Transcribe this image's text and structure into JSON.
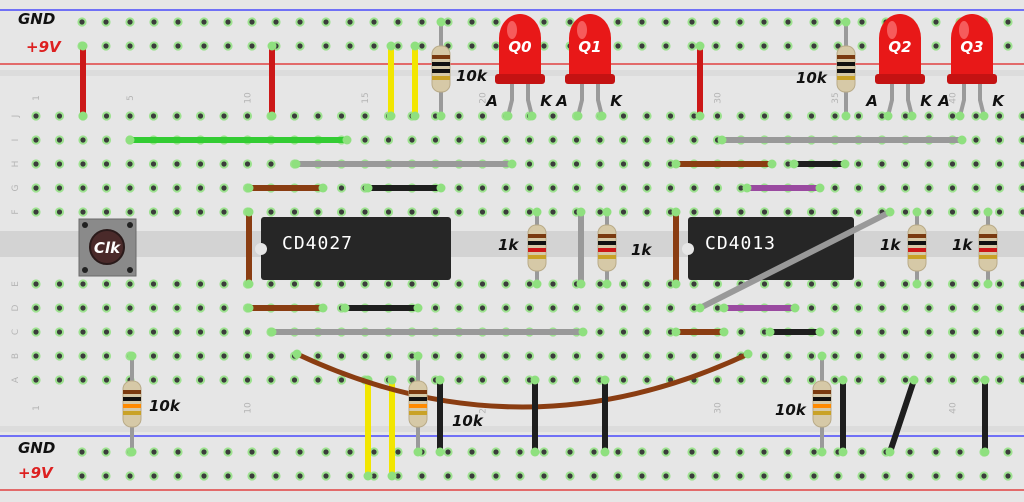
{
  "rails": {
    "top_gnd": "GND",
    "top_vcc": "+9V",
    "bottom_gnd": "GND",
    "bottom_vcc": "+9V"
  },
  "column_numbers": [
    {
      "col": 1,
      "label": "1"
    },
    {
      "col": 5,
      "label": "5"
    },
    {
      "col": 10,
      "label": "10"
    },
    {
      "col": 15,
      "label": "15"
    },
    {
      "col": 20,
      "label": "20"
    },
    {
      "col": 30,
      "label": "30"
    },
    {
      "col": 35,
      "label": "35"
    },
    {
      "col": 40,
      "label": "40"
    }
  ],
  "bottom_column_numbers": [
    {
      "col": 1,
      "label": "1"
    },
    {
      "col": 10,
      "label": "10"
    },
    {
      "col": 20,
      "label": "20"
    },
    {
      "col": 30,
      "label": "30"
    },
    {
      "col": 40,
      "label": "40"
    }
  ],
  "row_letters_top": [
    "J",
    "I",
    "H",
    "G",
    "F"
  ],
  "row_letters_bottom": [
    "E",
    "D",
    "C",
    "B",
    "A"
  ],
  "chips": [
    {
      "id": "u1",
      "label": "CD4027"
    },
    {
      "id": "u2",
      "label": "CD4013"
    }
  ],
  "button": {
    "label": "Clk"
  },
  "leds": [
    {
      "id": "q0",
      "label": "Q0",
      "anode": "A",
      "cathode": "K"
    },
    {
      "id": "q1",
      "label": "Q1",
      "anode": "A",
      "cathode": "K"
    },
    {
      "id": "q2",
      "label": "Q2",
      "anode": "A",
      "cathode": "K"
    },
    {
      "id": "q3",
      "label": "Q3",
      "anode": "A",
      "cathode": "K"
    }
  ],
  "resistor_labels": {
    "r_top_left": "10k",
    "r_top_right": "10k",
    "r_led0": "1k",
    "r_led1": "1k",
    "r_led2": "1k",
    "r_led3": "1k",
    "r_bottom_left": "10k",
    "r_bottom_mid": "10k",
    "r_bottom_right": "10k"
  },
  "colors": {
    "board": "#e6e6e6",
    "hole": "#3c3c3c",
    "hole_glow": "#8fe07f",
    "gnd_line": "#2a2aff",
    "vcc_line": "#e02020",
    "wire_red": "#cc1818",
    "wire_yellow": "#f2e600",
    "wire_green": "#33cc33",
    "wire_gray": "#999999",
    "wire_brown": "#8a3d12",
    "wire_black": "#1e1e1e",
    "wire_purple": "#9a4aa0",
    "chip": "#262626",
    "led": "#e81818"
  }
}
